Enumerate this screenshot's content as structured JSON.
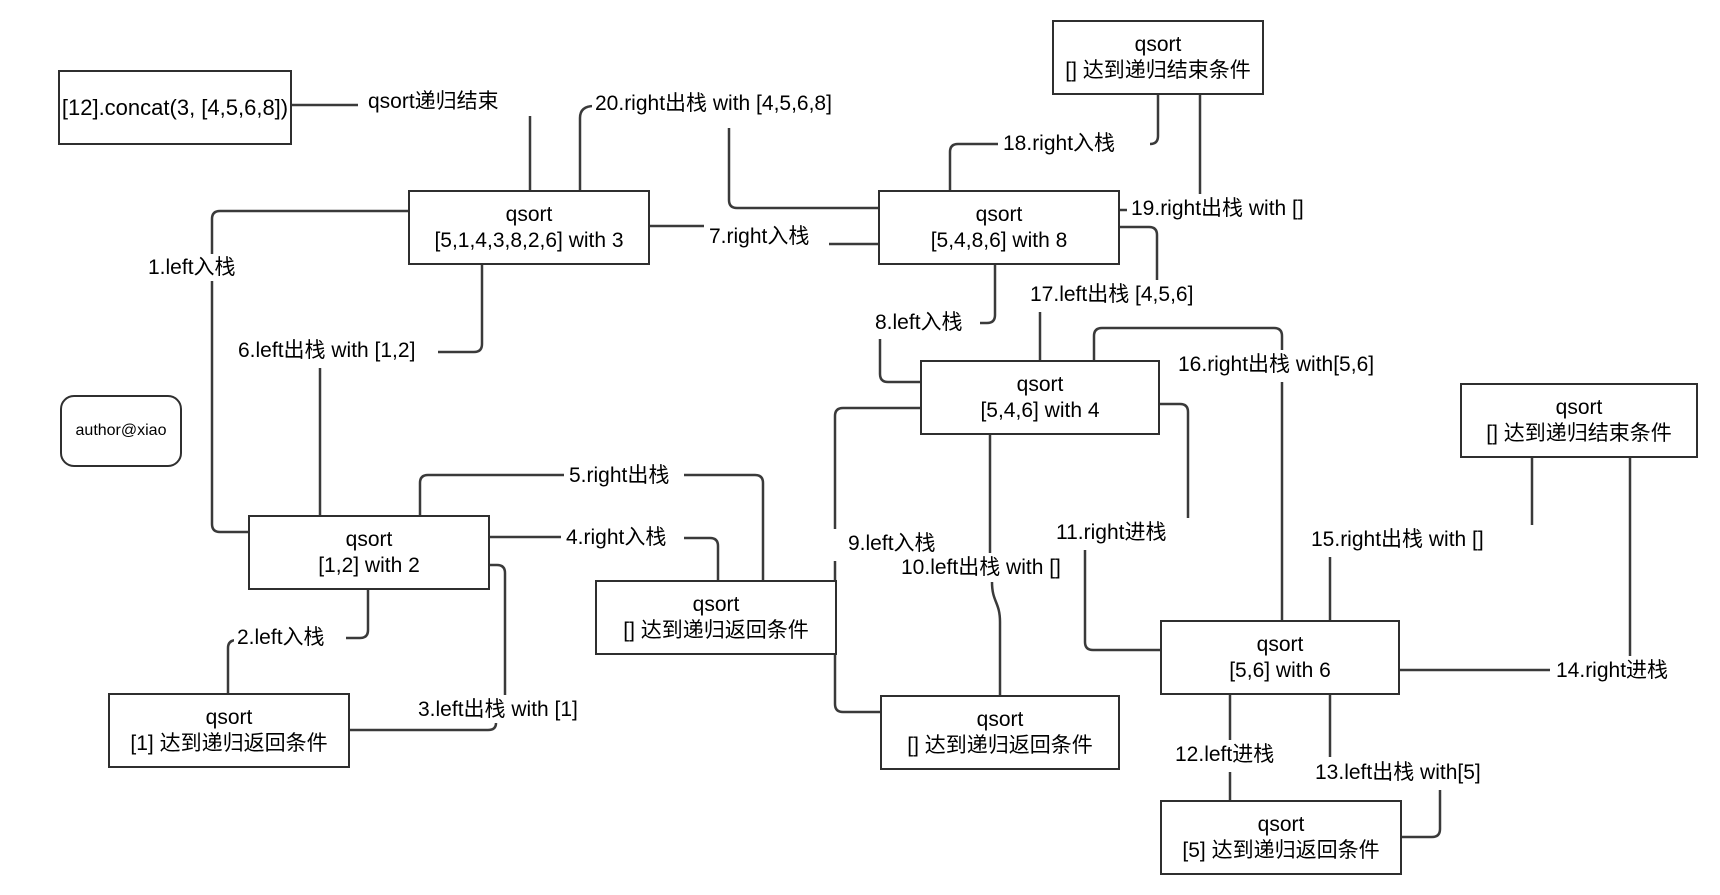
{
  "colors": {
    "line": "#3a3a3a",
    "text": "#000000",
    "background": "#ffffff"
  },
  "boxes": {
    "concat": {
      "text": "[12].concat(3, [4,5,6,8])"
    },
    "author": {
      "text": "author@xiao"
    },
    "root": {
      "line1": "qsort",
      "line2": "[5,1,4,3,8,2,6] with 3"
    },
    "n5486": {
      "line1": "qsort",
      "line2": "[5,4,8,6] with 8"
    },
    "n546": {
      "line1": "qsort",
      "line2": "[5,4,6] with 4"
    },
    "n12": {
      "line1": "qsort",
      "line2": "[1,2] with 2"
    },
    "n56": {
      "line1": "qsort",
      "line2": "[5,6] with 6"
    },
    "leaf1": {
      "line1": "qsort",
      "line2": "[1] 达到递归返回条件"
    },
    "leaf5": {
      "line1": "qsort",
      "line2": "[5] 达到递归返回条件"
    },
    "leafEmptyMid": {
      "line1": "qsort",
      "line2": "[] 达到递归返回条件"
    },
    "leafEmptyUnder4": {
      "line1": "qsort",
      "line2": "[] 达到递归返回条件"
    },
    "leafEndTop": {
      "line1": "qsort",
      "line2": "[] 达到递归结束条件"
    },
    "leafEndRight": {
      "line1": "qsort",
      "line2": "[] 达到递归结束条件"
    }
  },
  "edge_labels": {
    "recursion_end": "qsort递归结束",
    "l1": "1.left入栈",
    "l2": "2.left入栈",
    "l3": "3.left出栈 with [1]",
    "l4": "4.right入栈",
    "l5": "5.right出栈",
    "l6": "6.left出栈 with [1,2]",
    "l7": "7.right入栈",
    "l8": "8.left入栈",
    "l9": "9.left入栈",
    "l10": "10.left出栈 with []",
    "l11": "11.right进栈",
    "l12": "12.left进栈",
    "l13": "13.left出栈 with[5]",
    "l14": "14.right进栈",
    "l15": "15.right出栈 with []",
    "l16": "16.right出栈 with[5,6]",
    "l17": "17.left出栈 [4,5,6]",
    "l18": "18.right入栈",
    "l19": "19.right出栈 with []",
    "l20": "20.right出栈 with [4,5,6,8]"
  }
}
